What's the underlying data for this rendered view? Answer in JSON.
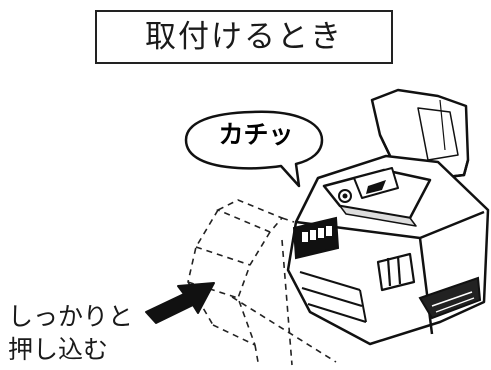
{
  "title": "取付けるとき",
  "sound_label": "カチッ",
  "instruction": {
    "line1": "しっかりと",
    "line2": "押し込む"
  }
}
